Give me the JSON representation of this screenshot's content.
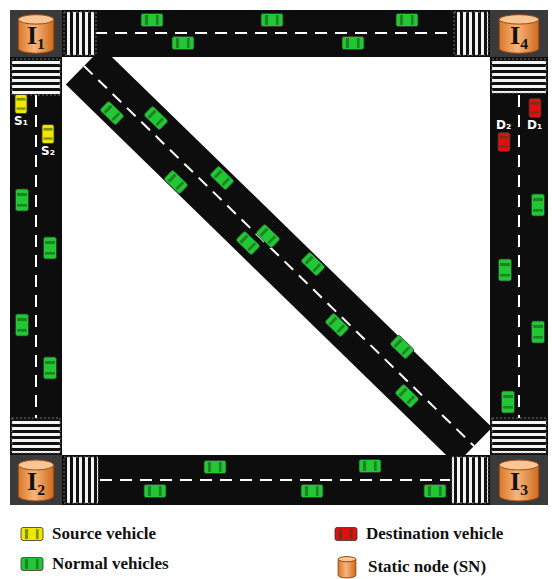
{
  "diagram": {
    "nodes": [
      {
        "text": [
          "I₁"
        ]
      },
      {
        "text": [
          "I₄"
        ]
      },
      {
        "text": [
          "S₁"
        ]
      },
      {
        "text": [
          "S₂"
        ]
      },
      {
        "text": [
          "D₂"
        ]
      },
      {
        "text": [
          "D₁"
        ]
      },
      {
        "text": [
          "I₂"
        ]
      },
      {
        "text": [
          "I₃"
        ]
      }
    ],
    "legend": [
      {
        "text": "Source vehicle",
        "color": "#f2e600"
      },
      {
        "text": "Destination vehicle",
        "color": "#e01010"
      },
      {
        "text": "Normal vehicles",
        "color": "#22c834"
      },
      {
        "text": "Static node (SN)"
      }
    ]
  }
}
